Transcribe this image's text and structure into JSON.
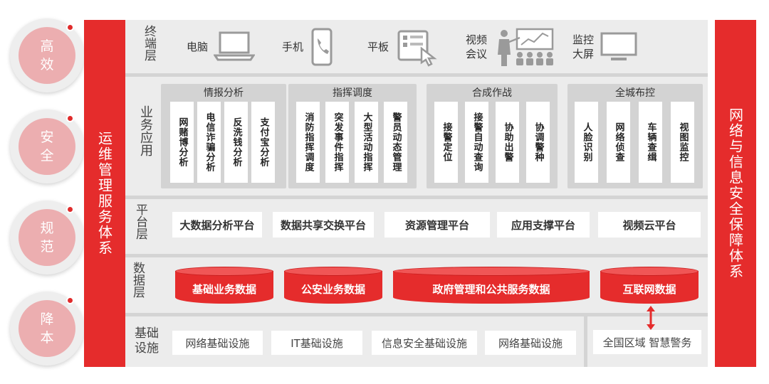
{
  "principles": [
    {
      "line1": "高",
      "line2": "效"
    },
    {
      "line1": "安",
      "line2": "全"
    },
    {
      "line1": "规",
      "line2": "范"
    },
    {
      "line1": "降",
      "line2": "本"
    }
  ],
  "left_bar": "运维管理服务体系",
  "right_bar": "网络与信息安全保障体系",
  "terminal": {
    "label": "终端层",
    "devices": [
      {
        "label": "电脑",
        "icon": "computer-monitor-icon"
      },
      {
        "label": "手机",
        "icon": "mobile-phone-icon"
      },
      {
        "label": "平板",
        "icon": "tablet-icon"
      },
      {
        "label_line1": "视频",
        "label_line2": "会议",
        "icon": "video-conference-icon"
      },
      {
        "label_line1": "监控",
        "label_line2": "大屏",
        "icon": "monitor-screen-icon"
      }
    ]
  },
  "business": {
    "label": "业务应用",
    "groups": [
      {
        "title": "情报分析",
        "items": [
          "网赌博分析",
          "电信诈骗分析",
          "反洗钱分析",
          "支付宝分析"
        ]
      },
      {
        "title": "指挥调度",
        "items": [
          "消防指挥调度",
          "突发事件指挥",
          "大型活动指挥",
          "警员动态管理"
        ]
      },
      {
        "title": "合成作战",
        "items": [
          "接警定位",
          "接警自动查询",
          "协助出警",
          "协调警种"
        ]
      },
      {
        "title": "全城布控",
        "items": [
          "人脸识别",
          "网络侦查",
          "车辆查缉",
          "视图监控"
        ]
      }
    ]
  },
  "platform": {
    "label": "平台层",
    "items": [
      "大数据分析平台",
      "数据共享交换平台",
      "资源管理平台",
      "应用支撑平台",
      "视频云平台"
    ]
  },
  "data_layer": {
    "label": "数据层",
    "items": [
      "基础业务数据",
      "公安业务数据",
      "政府管理和公共服务数据",
      "互联网数据"
    ]
  },
  "infra": {
    "label_line1": "基础",
    "label_line2": "设施",
    "items": [
      "网络基础设施",
      "IT基础设施",
      "信息安全基础设施",
      "网络基础设施"
    ]
  },
  "national": "全国区域 智慧警务",
  "colors": {
    "accent": "#e52c2c",
    "circle": "#ecaeb0",
    "panel": "#ececec"
  }
}
